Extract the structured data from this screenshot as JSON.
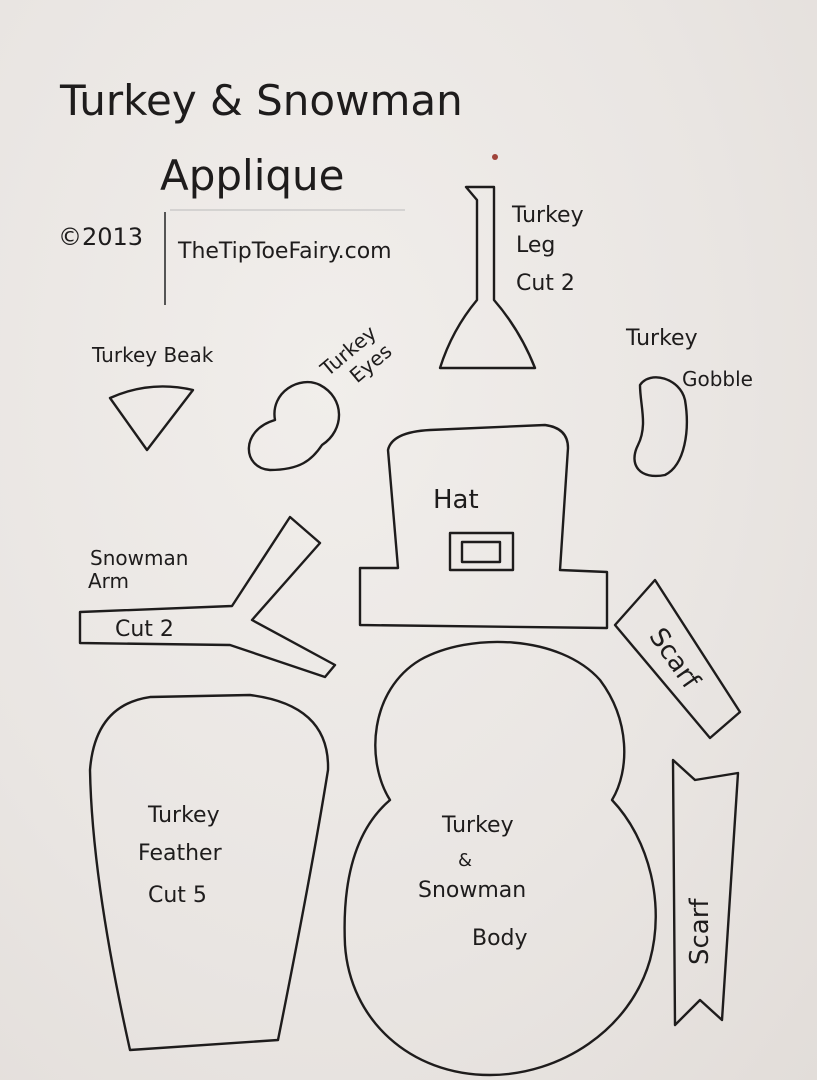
{
  "title_line1": "Turkey & Snowman",
  "title_line2": "Applique",
  "copyright": "©2013",
  "website": "TheTipToeFairy.com",
  "labels": {
    "turkey_leg": [
      "Turkey",
      "Leg",
      "Cut 2"
    ],
    "turkey_beak": "Turkey Beak",
    "turkey_eyes": [
      "Turkey",
      "Eyes"
    ],
    "turkey_gobble": [
      "Turkey",
      "Gobble"
    ],
    "hat": "Hat",
    "snowman_arm": [
      "Snowman",
      "Arm",
      "Cut 2"
    ],
    "scarf_top": "Scarf",
    "scarf_bottom": "Scarf",
    "turkey_feather": [
      "Turkey",
      "Feather",
      "Cut 5"
    ],
    "body": [
      "Turkey",
      "&",
      "Snowman",
      "Body"
    ]
  },
  "colors": {
    "paper": "#ece8e5",
    "ink": "#1e1c1c"
  }
}
